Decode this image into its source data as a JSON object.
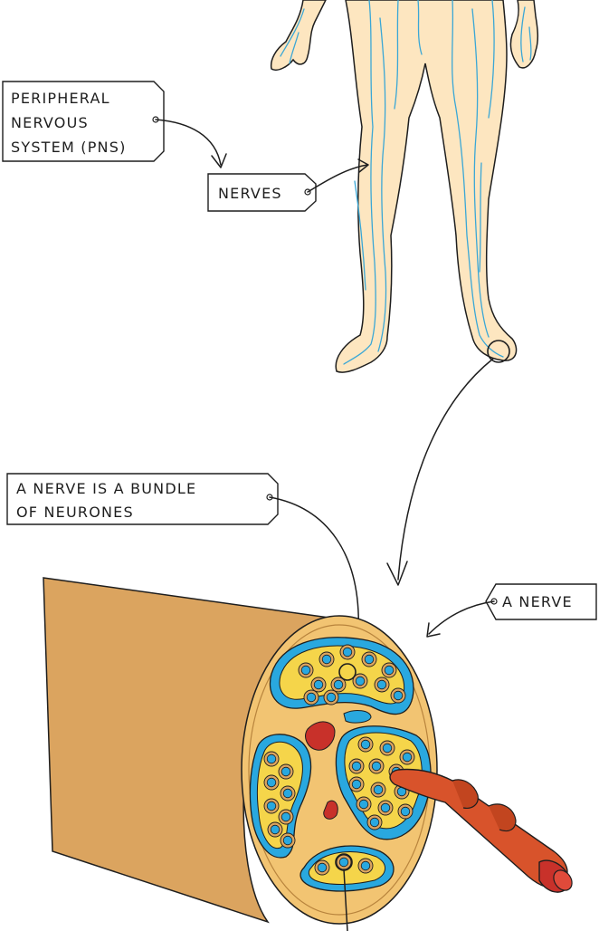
{
  "labels": {
    "pns": [
      "PERIPHERAL",
      "NERVOUS",
      "SYSTEM (PNS)"
    ],
    "nerves": "NERVES",
    "bundle": [
      "A NERVE IS A BUNDLE",
      "OF NEURONES"
    ],
    "a_nerve": "A NERVE"
  },
  "colors": {
    "skin": "#fde6c0",
    "nerve_line": "#3aa7d6",
    "nerve_sheath": "#dba45f",
    "fascicle_fill": "#f5d54a",
    "axon_blue": "#29a8df",
    "blood_vessel": "#c8312a",
    "probe": "#d8532b"
  },
  "icons": [
    "magnifier-circle-icon",
    "curved-arrow-icon",
    "electrode-probe-icon"
  ]
}
